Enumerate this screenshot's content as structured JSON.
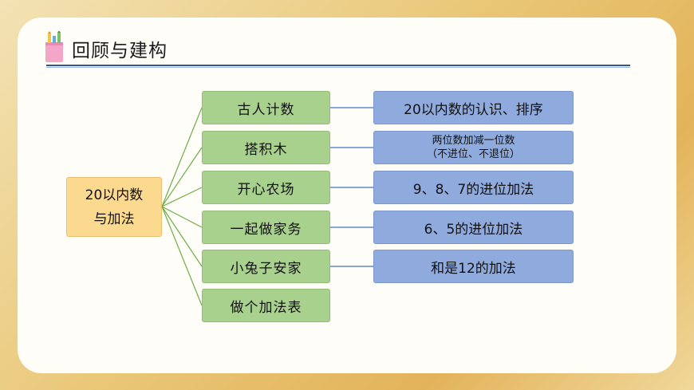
{
  "header": {
    "title": "回顾与建构",
    "icon": "pencil-cup-icon"
  },
  "colors": {
    "root_fill": "#fbd98f",
    "topic_fill": "#a9d18e",
    "detail_fill": "#8faadc",
    "root_connector": "#70ad47",
    "detail_connector": "#4472c4",
    "title_rule": "#2f5597"
  },
  "diagram": {
    "root": {
      "line1": "20以内数",
      "line2": "与加法"
    },
    "topics": [
      {
        "label": "古人计数",
        "detail": "20以内数的认识、排序"
      },
      {
        "label": "搭积木",
        "detail_line1": "两位数加减一位数",
        "detail_line2": "（不进位、不退位）"
      },
      {
        "label": "开心农场",
        "detail": "9、8、7的进位加法"
      },
      {
        "label": "一起做家务",
        "detail": "6、5的进位加法"
      },
      {
        "label": "小兔子安家",
        "detail": "和是12的加法"
      },
      {
        "label": "做个加法表"
      }
    ]
  }
}
